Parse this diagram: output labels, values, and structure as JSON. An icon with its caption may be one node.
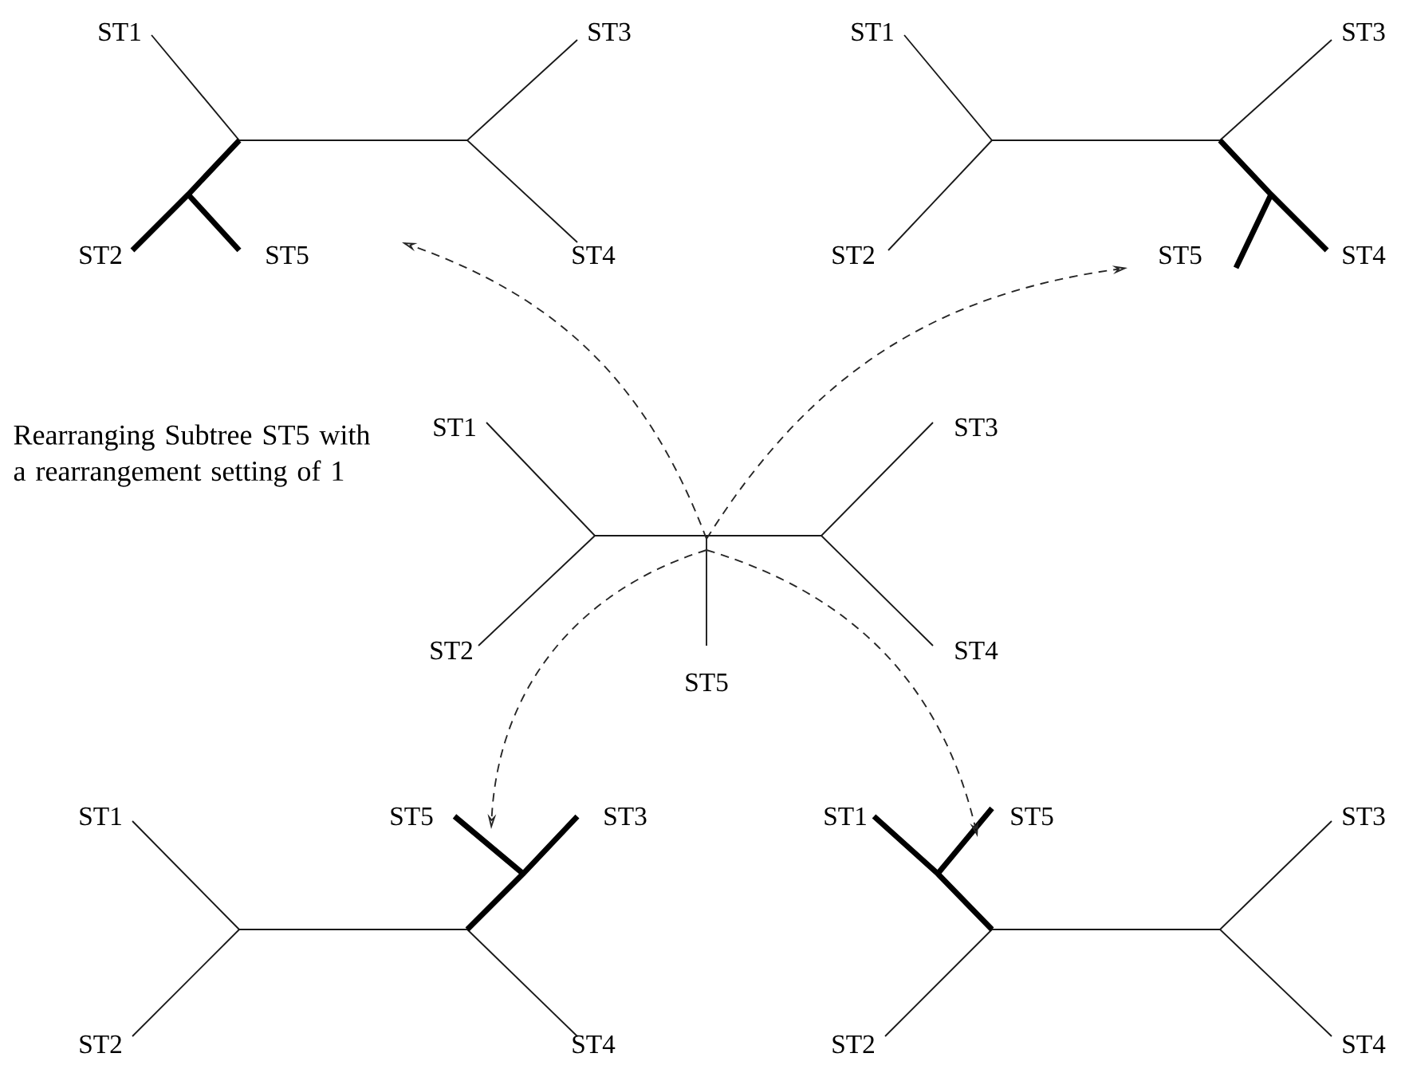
{
  "diagram": {
    "nodes": [
      {
        "text": [
          "ST1",
          "ST3",
          "ST2",
          "ST5",
          "ST4"
        ]
      },
      {
        "text": [
          "ST1",
          "ST3",
          "ST2",
          "ST5",
          "ST4"
        ]
      },
      {
        "text": [
          "ST1",
          "ST3",
          "ST2",
          "ST4",
          "ST5"
        ]
      },
      {
        "text": [
          "ST1",
          "ST5",
          "ST3",
          "ST2",
          "ST4"
        ]
      },
      {
        "text": [
          "ST1",
          "ST5",
          "ST3",
          "ST2",
          "ST4"
        ]
      }
    ],
    "edges": [
      {
        "from": 2,
        "to": 0,
        "arrow": "to",
        "style": "dashed"
      },
      {
        "from": 2,
        "to": 1,
        "arrow": "to",
        "style": "dashed"
      },
      {
        "from": 2,
        "to": 3,
        "arrow": "to",
        "style": "dashed"
      },
      {
        "from": 2,
        "to": 4,
        "arrow": "to",
        "style": "dashed"
      }
    ],
    "labels": [
      "Rearranging Subtree ST5 with a rearrangement setting of 1"
    ]
  }
}
